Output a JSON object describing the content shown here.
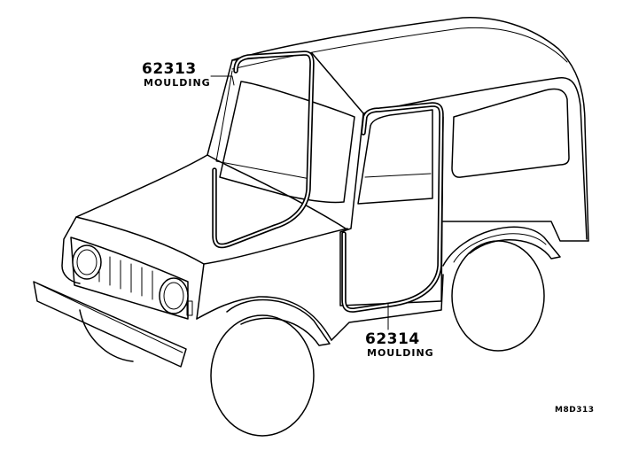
{
  "callouts": [
    {
      "part_number": "62313",
      "name": "MOULDING"
    },
    {
      "part_number": "62314",
      "name": "MOULDING"
    }
  ],
  "figure_code": "M8D313"
}
